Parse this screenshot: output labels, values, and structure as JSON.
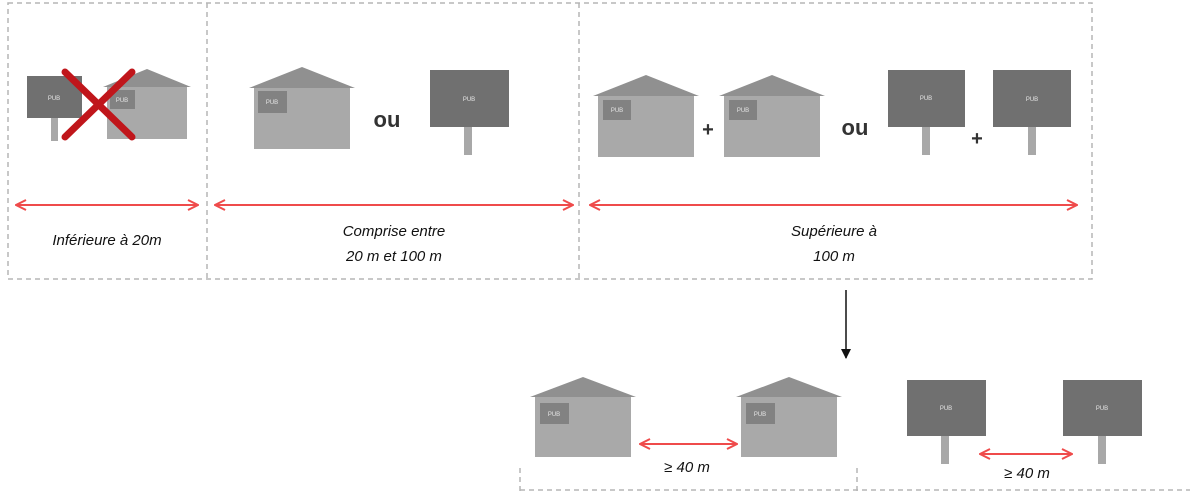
{
  "colors": {
    "border": "#b5b5b5",
    "house_body": "#a9a9a9",
    "house_roof": "#909090",
    "sign": "#707070",
    "post": "#a8a8a8",
    "arrow": "#ef4b4b",
    "cross": "#c0161b"
  },
  "sign_text": "PUB",
  "sections": {
    "left": {
      "label_line1": "Inférieure à 20m",
      "label_line2": ""
    },
    "middle": {
      "label_line1": "Comprise entre",
      "label_line2": "20 m et 100 m",
      "connector": "ou"
    },
    "right": {
      "label_line1": "Supérieure à",
      "label_line2": "100 m",
      "connector": "ou",
      "plus": "+"
    }
  },
  "detail": {
    "spacing_left": "≥ 40 m",
    "spacing_right": "≥ 40 m"
  }
}
